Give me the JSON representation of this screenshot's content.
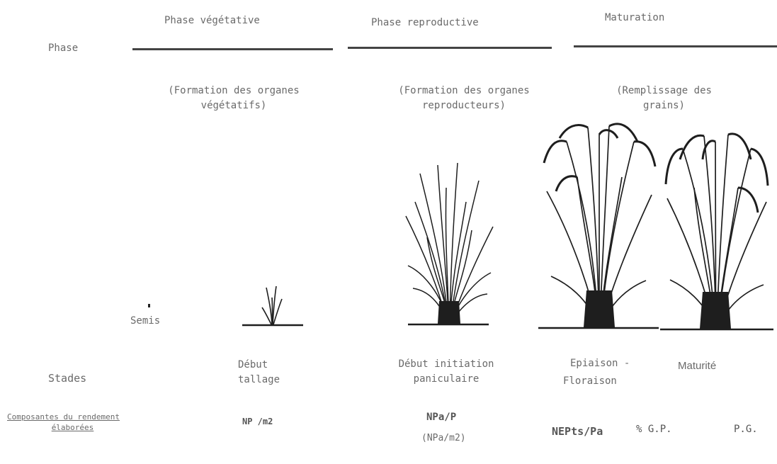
{
  "phases": {
    "row_label": "Phase",
    "vegetative": {
      "title": "Phase végétative",
      "desc_line1": "(Formation des organes",
      "desc_line2": "végétatifs)"
    },
    "reproductive": {
      "title": "Phase reproductive",
      "desc_line1": "(Formation des organes",
      "desc_line2": "reproducteurs)"
    },
    "maturation": {
      "title": "Maturation",
      "desc_line1": "(Remplissage des",
      "desc_line2": "grains)"
    }
  },
  "stages": {
    "row_label": "Stades",
    "semis": "Semis",
    "tallage_line1": "Début",
    "tallage_line2": "tallage",
    "initiation_line1": "Début initiation",
    "initiation_line2": "paniculaire",
    "epiaison_line1": "Epiaison -",
    "epiaison_line2": "Floraison",
    "maturite": "Maturité"
  },
  "components": {
    "row_label_line1": "Composantes du rendement",
    "row_label_line2": "élaborées",
    "np": "NP /m2",
    "npa_p": "NPa/P",
    "npa_m2": "(NPa/m2)",
    "nepts": "NEPts/Pa",
    "gp": "% G.P.",
    "pg": "P.G."
  },
  "colors": {
    "ink": "#6a6a6a",
    "rule": "#444444",
    "plant": "#1e1e1e"
  }
}
